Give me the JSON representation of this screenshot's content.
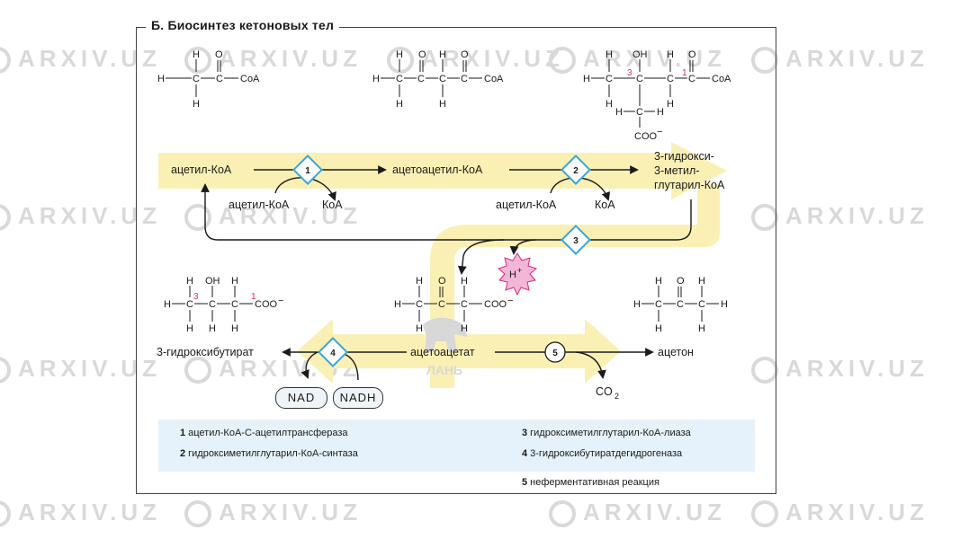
{
  "title": "Б. Биосинтез кетоновых тел",
  "watermark": "ARXIV.UZ",
  "publisher_logo": "ЛАНЬ",
  "colors": {
    "pathway": "#fbf0b4",
    "enzyme_diamond": "#3aa6d8",
    "legend_bg": "#e6f2fb",
    "proton": "#f4b6d6",
    "carbon_number": "#d1307a"
  },
  "metabolites": {
    "acetyl_coa": "ацетил-КоА",
    "acetoacetyl_coa": "ацетоацетил-КоА",
    "hmg_coa_line1": "3-гидрокси-",
    "hmg_coa_line2": "3-метил-",
    "hmg_coa_line3": "глутарил-КоА",
    "hydroxybutyrate": "3-гидроксибутират",
    "acetoacetate": "ацетоацетат",
    "acetone": "ацетон"
  },
  "cosubstrates": {
    "acetyl_coa_in_1": "ацетил-КоА",
    "coa_out_1": "КоА",
    "acetyl_coa_in_2": "ацетил-КоА",
    "coa_out_2": "КоА",
    "proton": "H",
    "proton_charge": "+",
    "nad": "NAD",
    "nadh": "NADH",
    "co2": "CO",
    "co2_sub": "2"
  },
  "enzyme_steps": [
    "1",
    "2",
    "3",
    "4",
    "5"
  ],
  "chem": {
    "H": "H",
    "C": "C",
    "O": "O",
    "OH": "OH",
    "CoA": "CoA",
    "COO": "COO",
    "minus": "−",
    "num3": "3",
    "num1": "1"
  },
  "legend": [
    {
      "num": "1",
      "text": "ацетил-КоА-С-ацетилтрансфераза"
    },
    {
      "num": "2",
      "text": "гидроксиметилглутарил-КоА-синтаза"
    },
    {
      "num": "3",
      "text": "гидроксиметилглутарил-КоА-лиаза"
    },
    {
      "num": "4",
      "text": "3-гидроксибутиратдегидрогеназа"
    },
    {
      "num": "5",
      "text": "неферментативная реакция"
    }
  ]
}
